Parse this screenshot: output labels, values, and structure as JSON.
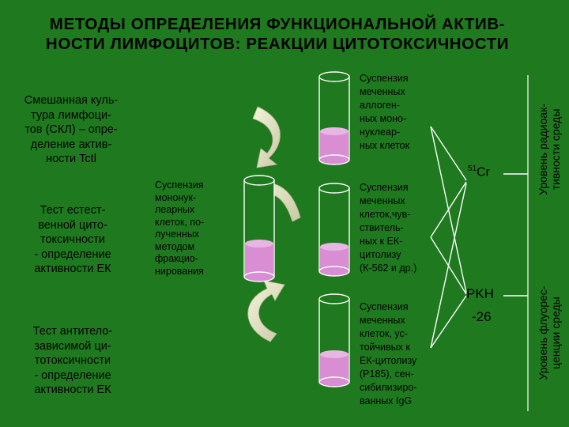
{
  "title": {
    "line1": "МЕТОДЫ ОПРЕДЕЛЕНИЯ ФУНКЦИОНАЛЬНОЙ АКТИВ-",
    "line2": "НОСТИ ЛИМФОЦИТОВ: РЕАКЦИИ ЦИТОТОКСИЧНОСТИ"
  },
  "left_blocks": [
    [
      "Смешанная куль-",
      "тура лимфоци-",
      "тов (СКЛ) – опре-",
      "деление актив-",
      "ности Tctl"
    ],
    [
      "Тест естест-",
      "венной цито-",
      "токсичности",
      "- определение",
      "активности ЕК"
    ],
    [
      "Тест антитело-",
      "зависимой ци-",
      "тотоксичности",
      "- определение",
      "активности ЕК"
    ]
  ],
  "middle_text": [
    "Суспензия",
    "мононук-",
    "леарных",
    "клеток, по-",
    "лученных",
    "методом",
    "фракцио-",
    "нирования"
  ],
  "right_blocks": [
    [
      "Суспензия",
      "меченных",
      "аллоген-",
      "ных моно-",
      "нуклеар-",
      "ных клеток"
    ],
    [
      "Суспензия",
      "меченных",
      "клеток,чув-",
      "ствитель-",
      "ных к ЕК-",
      "цитолизу",
      "(К-562 и др.)"
    ],
    [
      "Суспензия",
      "меченных",
      "клеток, ус-",
      "тойчивых к",
      "ЕК-цитолизу",
      "(Р185), сен-",
      "сибилизиро-",
      "ванных IgG"
    ]
  ],
  "isotope": {
    "mass": "51",
    "symbol": "Cr"
  },
  "rkh": {
    "label": "PKH",
    "number": "-26"
  },
  "vertical_labels": {
    "top": [
      "Уровень радиоак-",
      "тивности среды"
    ],
    "bottom": [
      "Уровень флуорес-",
      "ценции среды"
    ]
  },
  "colors": {
    "background": "#1f7a1f",
    "tube_fill": "#d98ed4",
    "tube_outline": "#ffffff",
    "arrow": "#e7e7c8",
    "line": "#ffffff"
  }
}
